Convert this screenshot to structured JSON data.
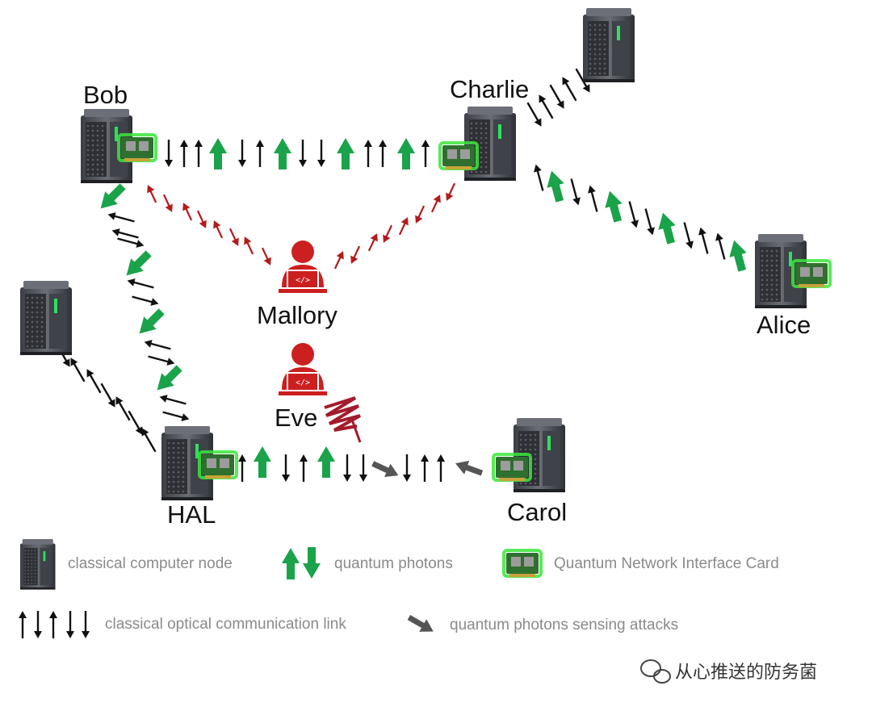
{
  "nodes": {
    "bob": "Bob",
    "charlie": "Charlie",
    "alice": "Alice",
    "mallory": "Mallory",
    "eve": "Eve",
    "hal": "HAL",
    "carol": "Carol"
  },
  "legend": {
    "computer_node": "classical computer node",
    "quantum_photons": "quantum photons",
    "qnic": "Quantum Network Interface Card",
    "classical_link": "classical optical communication link",
    "sensing_attacks": "quantum photons sensing attacks"
  },
  "watermark": "从心推送的防务菌",
  "colors": {
    "quantum_photon": "#1aa34a",
    "classical_arrow": "#111111",
    "attack_arrow": "#b31b1b",
    "sensing_arrow": "#555555",
    "qnic_glow": "#39e639",
    "server_body": "#4a4d55",
    "adversary": "#cc1f1f"
  },
  "icons": {
    "server": "server-tower-icon",
    "qnic": "network-card-icon",
    "adversary": "hacker-laptop-icon"
  }
}
